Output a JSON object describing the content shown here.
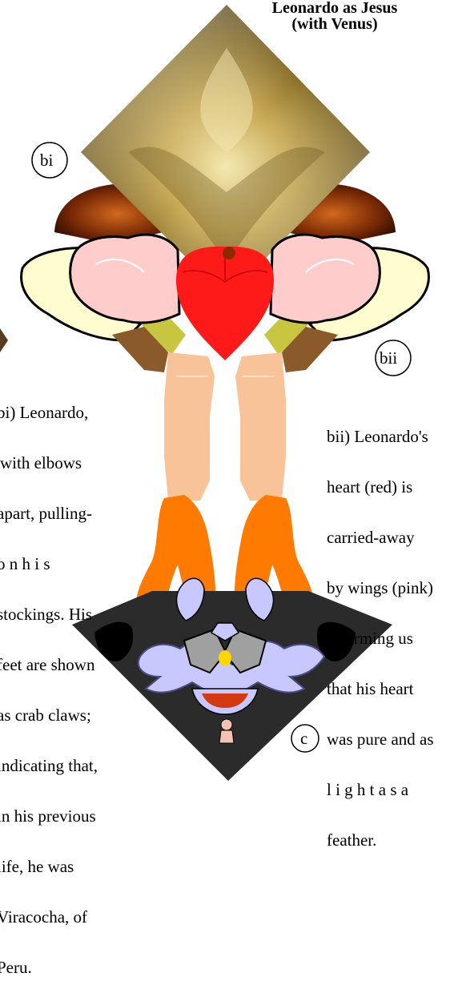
{
  "title": {
    "line1": "Leonardo as Jesus",
    "line2": "(with Venus)"
  },
  "labels": {
    "bi": "bi",
    "bii": "bii",
    "c": "c"
  },
  "caption_bi": [
    "bi) Leonardo,",
    "with elbows",
    "apart, pulling-",
    "o n h i s",
    "stockings. His",
    "feet are shown",
    "as crab claws;",
    "indicating that,",
    "in his previous",
    "life, he was",
    "Viracocha, of",
    "Peru."
  ],
  "caption_bii": [
    "bii) Leonardo's",
    "heart (red) is",
    "carried-away",
    "by wings (pink)",
    "informing us",
    "that his heart",
    "was pure and as",
    "l i g h t a s a",
    "feather."
  ],
  "colors": {
    "heart": "#ff1a1a",
    "wings": "#ffcccc",
    "gold": "#b8962e",
    "claws": "#ff7a00",
    "stockings": "#f9c39a",
    "base": "#2b2b2b",
    "face": "#c8c8ff"
  }
}
